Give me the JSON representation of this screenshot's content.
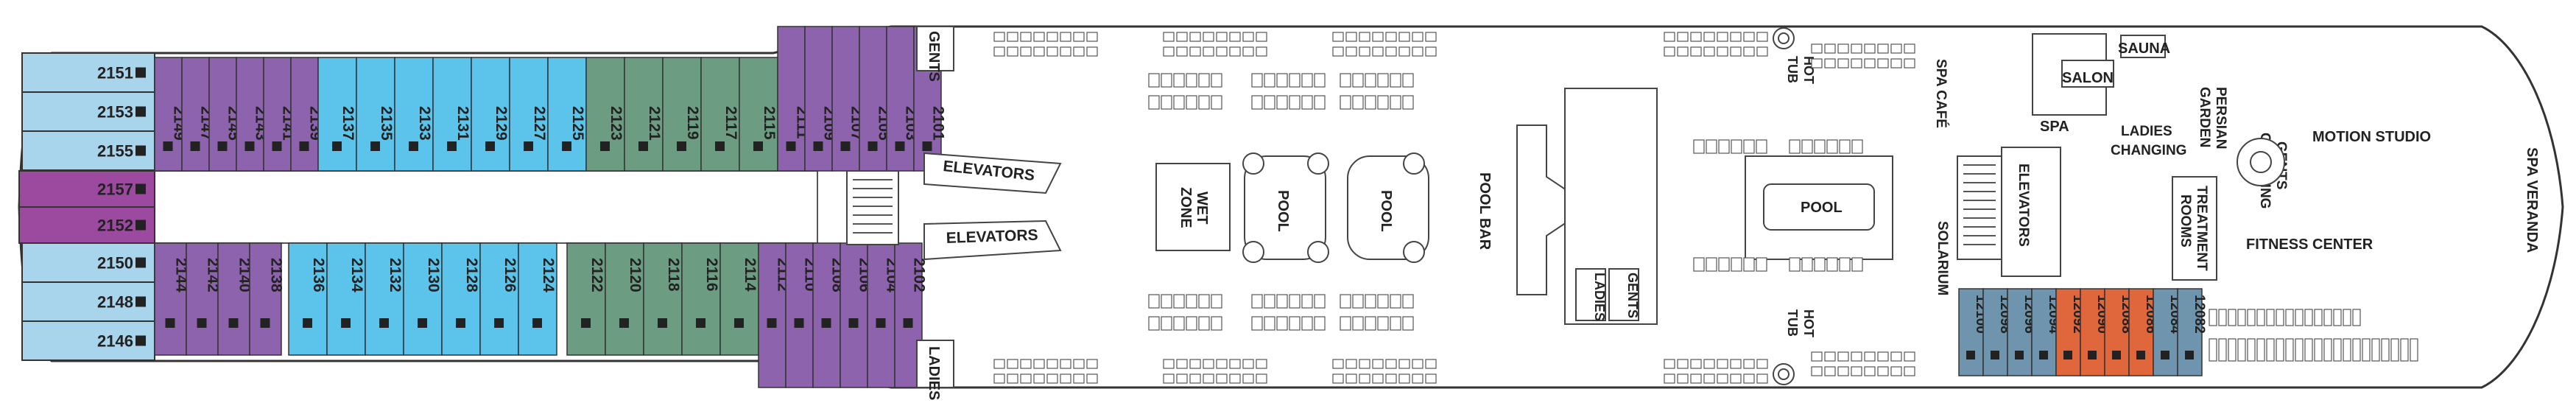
{
  "colors": {
    "forward": "#a8d4ec",
    "purple": "#8e63ad",
    "magenta": "#9c4a9f",
    "blue": "#5cc3ea",
    "green": "#6c9c82",
    "steel": "#6f94ad",
    "orange": "#e0663c",
    "outline": "#333333"
  },
  "cabins": {
    "forward_top": [
      "2151",
      "2153",
      "2155"
    ],
    "forward_mid": [
      "2157",
      "2152"
    ],
    "forward_bottom": [
      "2150",
      "2148",
      "2146"
    ],
    "top_purple_a": [
      "2149",
      "2147",
      "2145",
      "2143",
      "2141",
      "2139"
    ],
    "top_blue": [
      "2137",
      "2135",
      "2133",
      "2131",
      "2129",
      "2127",
      "2125"
    ],
    "top_green": [
      "2123",
      "2121",
      "2119",
      "2117",
      "2115"
    ],
    "top_purple_b": [
      "2111",
      "2109",
      "2107",
      "2105",
      "2103",
      "2101"
    ],
    "bottom_purple_a": [
      "2144",
      "2142",
      "2140",
      "2138"
    ],
    "bottom_blue": [
      "2136",
      "2134",
      "2132",
      "2130",
      "2128",
      "2126",
      "2124"
    ],
    "bottom_green": [
      "2122",
      "2120",
      "2118",
      "2116",
      "2114"
    ],
    "bottom_purple_b": [
      "2112",
      "2110",
      "2108",
      "2106",
      "2104",
      "2102"
    ],
    "aft_steel_a": [
      "12100",
      "12098",
      "12096",
      "12094"
    ],
    "aft_orange": [
      "12092",
      "12090",
      "12088",
      "12086"
    ],
    "aft_steel_b": [
      "12084",
      "12082"
    ]
  },
  "labels": {
    "gents_top": "GENTS",
    "ladies_bottom": "LADIES",
    "elevators_top": "ELEVATORS",
    "elevators_bottom": "ELEVATORS",
    "wet_zone_1": "WET",
    "wet_zone_2": "ZONE",
    "pool_1": "POOL",
    "pool_2": "POOL",
    "pool_bar": "POOL BAR",
    "hot_tub_top_1": "HOT",
    "hot_tub_top_2": "TUB",
    "hot_tub_bottom_1": "HOT",
    "hot_tub_bottom_2": "TUB",
    "ladies_mid": "LADIES",
    "gents_mid": "GENTS",
    "pool_main": "POOL",
    "spa_cafe": "SPA CAFÉ",
    "solarium": "SOLARIUM",
    "elevators_aft": "ELEVATORS",
    "spa": "SPA",
    "salon": "SALON",
    "sauna": "SAUNA",
    "persian_1": "PERSIAN",
    "persian_2": "GARDEN",
    "ladies_changing_1": "LADIES",
    "ladies_changing_2": "CHANGING",
    "gents_changing_1": "GENTS",
    "gents_changing_2": "CHANGING",
    "motion_studio": "MOTION STUDIO",
    "treatment_1": "TREATMENT",
    "treatment_2": "ROOMS",
    "fitness_center": "FITNESS CENTER",
    "spa_veranda": "SPA VERANDA"
  }
}
